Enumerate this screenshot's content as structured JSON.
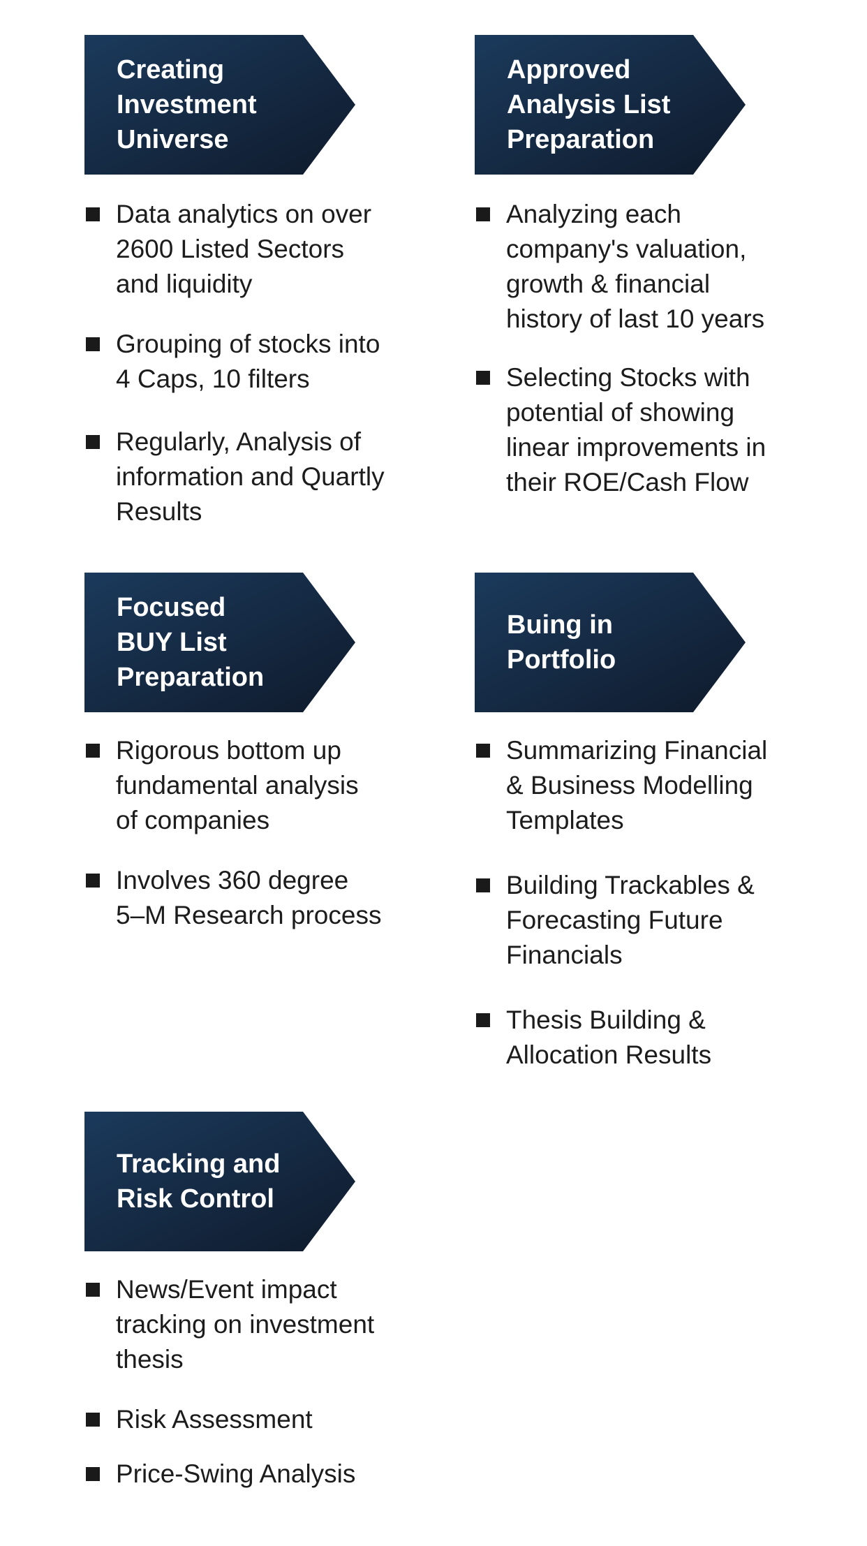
{
  "colors": {
    "arrow_gradient_start": "#1b3a5c",
    "arrow_gradient_end": "#0f1a2b",
    "bullet": "#1a1a1a",
    "text": "#1c1c1c"
  },
  "steps": [
    {
      "title_lines": [
        "Creating",
        "Investment",
        "Universe"
      ],
      "bullets": [
        {
          "lines": [
            "Data analytics on over",
            "2600 Listed Sectors",
            "and liquidity"
          ]
        },
        {
          "lines": [
            "Grouping of stocks into",
            "4 Caps, 10 filters"
          ]
        },
        {
          "lines": [
            "Regularly, Analysis of",
            "information and Quartly",
            "Results"
          ]
        }
      ]
    },
    {
      "title_lines": [
        "Approved",
        "Analysis List",
        "Preparation"
      ],
      "bullets": [
        {
          "lines": [
            "Analyzing each",
            "company's valuation,",
            "growth & financial",
            "history of last 10 years"
          ]
        },
        {
          "lines": [
            "Selecting Stocks with",
            "potential of showing",
            "linear improvements in",
            "their ROE/Cash Flow"
          ]
        }
      ]
    },
    {
      "title_lines": [
        "Focused",
        "BUY List",
        "Preparation"
      ],
      "bullets": [
        {
          "lines": [
            "Rigorous bottom up",
            "fundamental analysis",
            "of companies"
          ]
        },
        {
          "lines": [
            "Involves 360 degree",
            "5–M Research process"
          ]
        }
      ]
    },
    {
      "title_lines": [
        "Buing in",
        "Portfolio"
      ],
      "bullets": [
        {
          "lines": [
            "Summarizing Financial",
            "& Business Modelling",
            "Templates"
          ]
        },
        {
          "lines": [
            "Building Trackables &",
            "Forecasting Future",
            "Financials"
          ]
        },
        {
          "lines": [
            "Thesis Building &",
            "Allocation Results"
          ]
        }
      ]
    },
    {
      "title_lines": [
        "Tracking and",
        "Risk Control"
      ],
      "bullets": [
        {
          "lines": [
            "News/Event impact",
            "tracking on investment",
            "thesis"
          ]
        },
        {
          "lines": [
            "Risk Assessment"
          ]
        },
        {
          "lines": [
            "Price-Swing Analysis"
          ]
        }
      ]
    }
  ]
}
